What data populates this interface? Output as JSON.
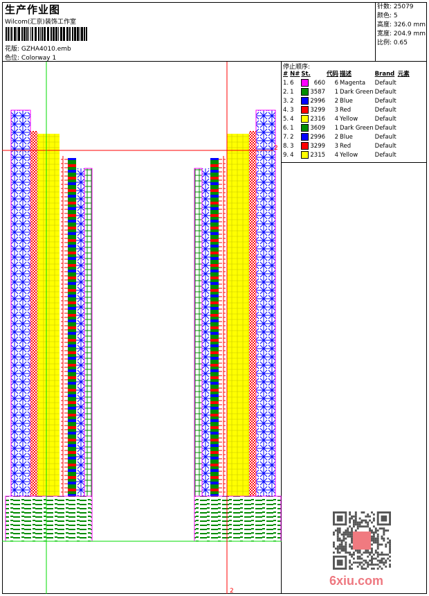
{
  "header": {
    "title": "生产作业图",
    "company": "Wilcom(汇京)装饰工作室",
    "design_label": "花版:",
    "design_file": "GZHA4010.emb",
    "colorway_label": "色位:",
    "colorway": "Colorway 1"
  },
  "stats": {
    "stitches": "针数: 25079",
    "colors": "颜色: 5",
    "height": "高度: 326.0 mm",
    "width": "宽度: 204.9 mm",
    "scale": "比例: 0.65"
  },
  "stop_sequence": {
    "caption": "停止顺序:",
    "columns": [
      "#",
      "N#",
      "St.",
      "代码",
      "描述",
      "Brand",
      "元素"
    ],
    "rows": [
      {
        "idx": "1.",
        "n": "6",
        "color": "#ff00ff",
        "st": "660",
        "code": "6",
        "desc": "Magenta",
        "brand": "Default"
      },
      {
        "idx": "2.",
        "n": "1",
        "color": "#008c00",
        "st": "3587",
        "code": "1",
        "desc": "Dark Green",
        "brand": "Default"
      },
      {
        "idx": "3.",
        "n": "2",
        "color": "#0000ff",
        "st": "2996",
        "code": "2",
        "desc": "Blue",
        "brand": "Default"
      },
      {
        "idx": "4.",
        "n": "3",
        "color": "#ff0000",
        "st": "3299",
        "code": "3",
        "desc": "Red",
        "brand": "Default"
      },
      {
        "idx": "5.",
        "n": "4",
        "color": "#ffff00",
        "st": "2316",
        "code": "4",
        "desc": "Yellow",
        "brand": "Default"
      },
      {
        "idx": "6.",
        "n": "1",
        "color": "#008c00",
        "st": "3609",
        "code": "1",
        "desc": "Dark Green",
        "brand": "Default"
      },
      {
        "idx": "7.",
        "n": "2",
        "color": "#0000ff",
        "st": "2996",
        "code": "2",
        "desc": "Blue",
        "brand": "Default"
      },
      {
        "idx": "8.",
        "n": "3",
        "color": "#ff0000",
        "st": "3299",
        "code": "3",
        "desc": "Red",
        "brand": "Default"
      },
      {
        "idx": "9.",
        "n": "4",
        "color": "#ffff00",
        "st": "2315",
        "code": "4",
        "desc": "Yellow",
        "brand": "Default"
      }
    ]
  },
  "guides": {
    "h_label": "2",
    "v_label": "2"
  },
  "watermark": "6xiu.com"
}
